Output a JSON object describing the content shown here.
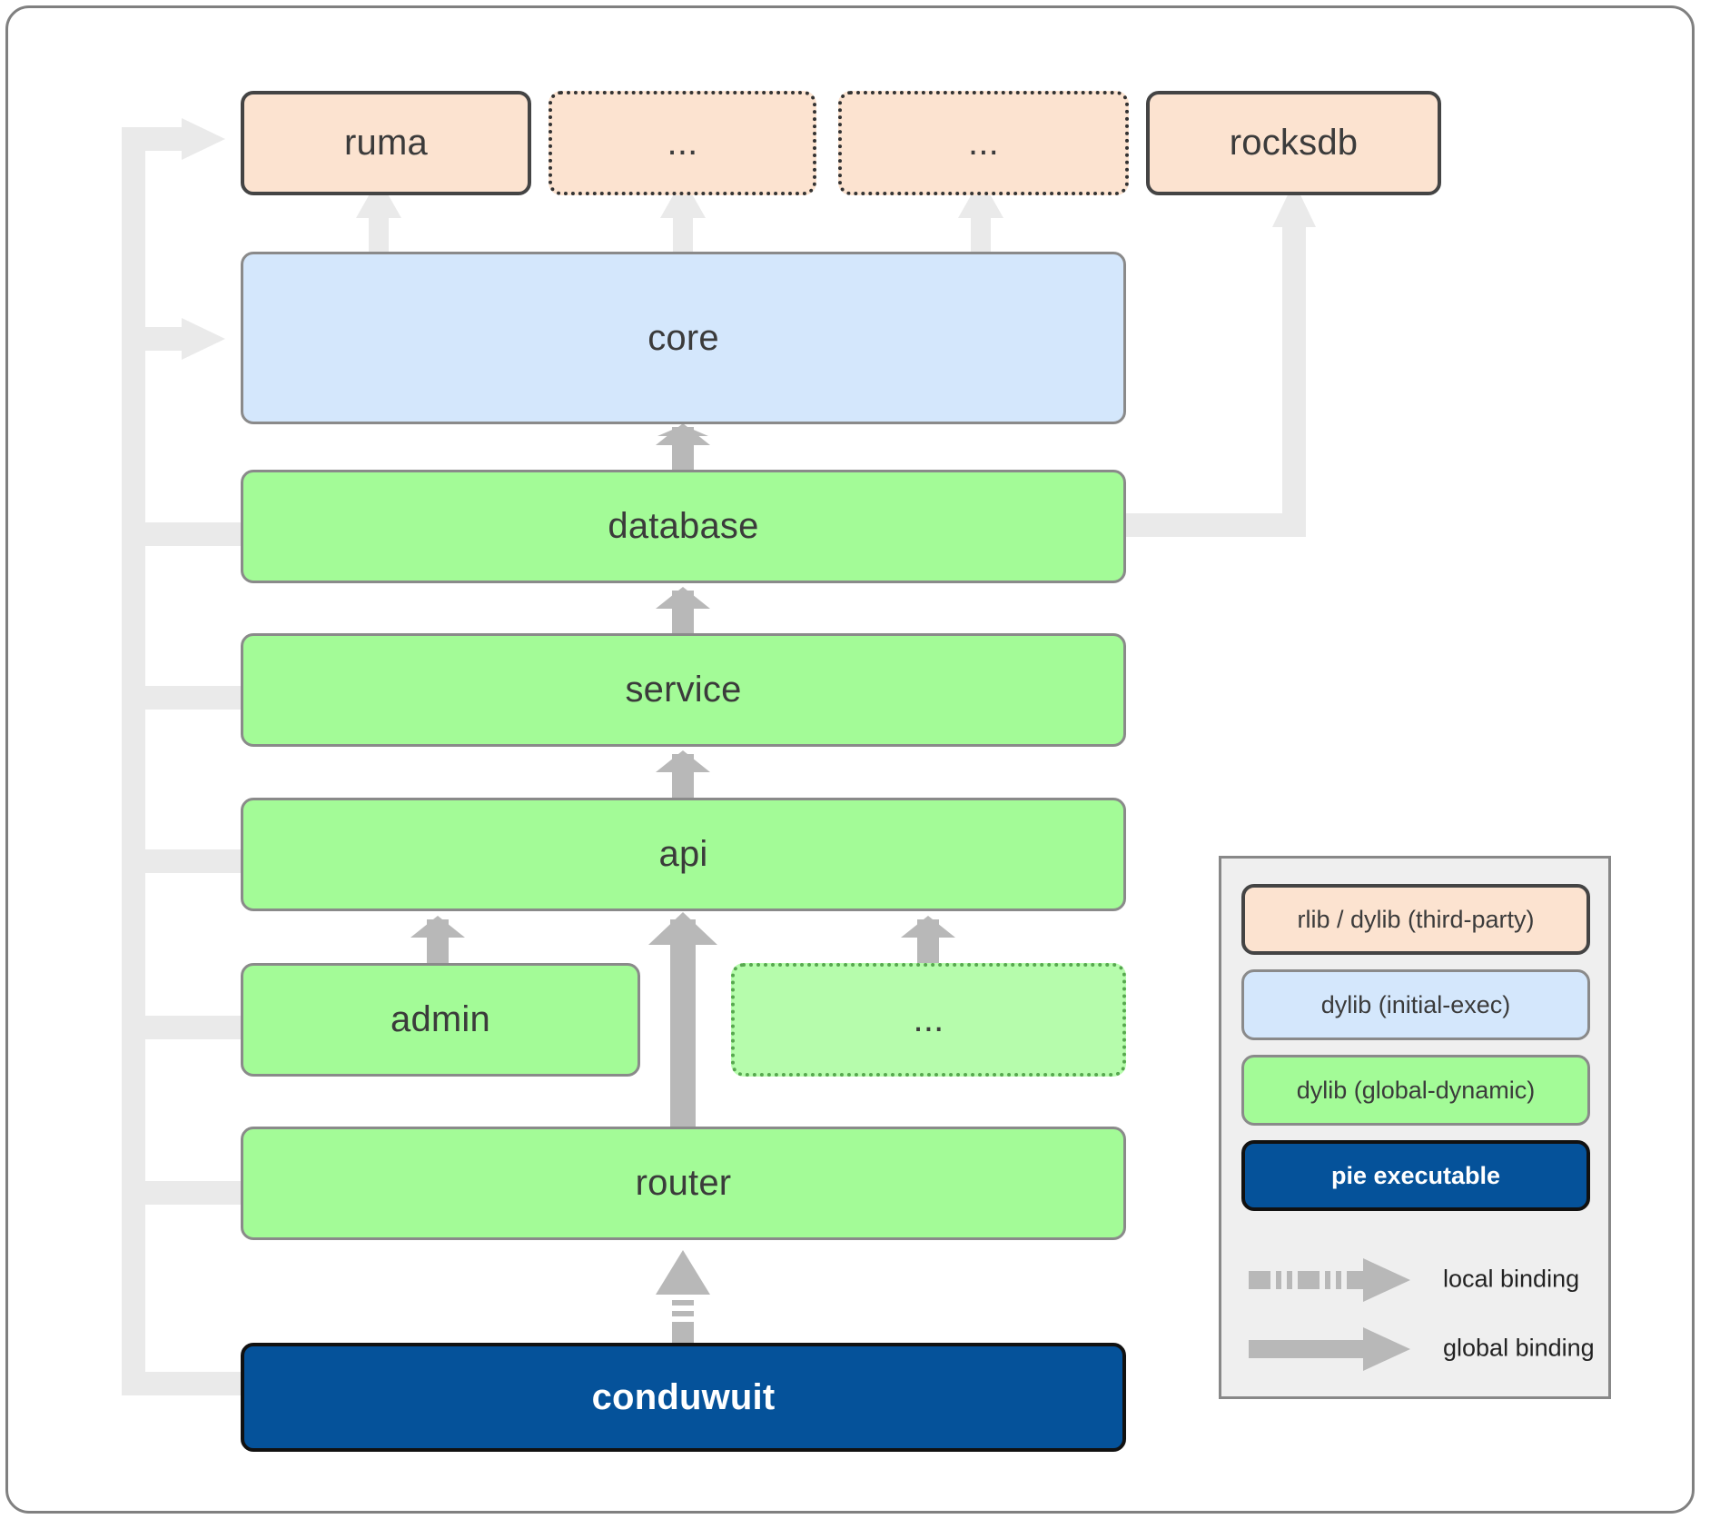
{
  "diagram": {
    "title": "conduwuit crate dependency / linkage diagram",
    "colors": {
      "third_party": "#FCE3D0",
      "initial_exec": "#D4E7FC",
      "global_dynamic": "#A3FB97",
      "global_dynamic_optional": "#B6FCAC",
      "pie_executable": "#05529A",
      "arrow": "#B3B3B3",
      "trunk": "#EAEAEA",
      "frame_border": "#808080",
      "legend_bg": "#EFEFEF"
    },
    "nodes": [
      {
        "id": "ruma",
        "label": "ruma",
        "kind": "rlib-dylib-third-party",
        "optional": false
      },
      {
        "id": "top-dots-1",
        "label": "...",
        "kind": "rlib-dylib-third-party",
        "optional": true
      },
      {
        "id": "top-dots-2",
        "label": "...",
        "kind": "rlib-dylib-third-party",
        "optional": true
      },
      {
        "id": "rocksdb",
        "label": "rocksdb",
        "kind": "rlib-dylib-third-party",
        "optional": false
      },
      {
        "id": "core",
        "label": "core",
        "kind": "dylib-initial-exec",
        "optional": false
      },
      {
        "id": "database",
        "label": "database",
        "kind": "dylib-global-dynamic",
        "optional": false
      },
      {
        "id": "service",
        "label": "service",
        "kind": "dylib-global-dynamic",
        "optional": false
      },
      {
        "id": "api",
        "label": "api",
        "kind": "dylib-global-dynamic",
        "optional": false
      },
      {
        "id": "admin",
        "label": "admin",
        "kind": "dylib-global-dynamic",
        "optional": false
      },
      {
        "id": "mid-dots",
        "label": "...",
        "kind": "dylib-global-dynamic",
        "optional": true
      },
      {
        "id": "router",
        "label": "router",
        "kind": "dylib-global-dynamic",
        "optional": false
      },
      {
        "id": "conduwuit",
        "label": "conduwuit",
        "kind": "pie-executable",
        "optional": false
      }
    ],
    "edges": [
      {
        "from": "core",
        "to": "ruma",
        "binding": "global"
      },
      {
        "from": "core",
        "to": "top-dots-1",
        "binding": "global"
      },
      {
        "from": "core",
        "to": "top-dots-2",
        "binding": "global"
      },
      {
        "from": "database",
        "to": "rocksdb",
        "binding": "global"
      },
      {
        "from": "database",
        "to": "core",
        "binding": "global"
      },
      {
        "from": "service",
        "to": "database",
        "binding": "global"
      },
      {
        "from": "api",
        "to": "service",
        "binding": "global"
      },
      {
        "from": "admin",
        "to": "api",
        "binding": "global"
      },
      {
        "from": "mid-dots",
        "to": "api",
        "binding": "global"
      },
      {
        "from": "router",
        "to": "api",
        "binding": "global"
      },
      {
        "from": "conduwuit",
        "to": "router",
        "binding": "local"
      },
      {
        "from": "conduwuit",
        "to": "ruma",
        "binding": "trunk"
      },
      {
        "from": "conduwuit",
        "to": "core",
        "binding": "trunk"
      },
      {
        "from": "conduwuit",
        "to": "database",
        "binding": "trunk"
      },
      {
        "from": "conduwuit",
        "to": "service",
        "binding": "trunk"
      },
      {
        "from": "conduwuit",
        "to": "api",
        "binding": "trunk"
      },
      {
        "from": "conduwuit",
        "to": "admin",
        "binding": "trunk"
      },
      {
        "from": "conduwuit",
        "to": "router",
        "binding": "trunk"
      }
    ]
  },
  "legend": {
    "swatches": [
      {
        "id": "third-party",
        "label": "rlib / dylib (third-party)"
      },
      {
        "id": "initial-exec",
        "label": "dylib (initial-exec)"
      },
      {
        "id": "global-dynamic",
        "label": "dylib (global-dynamic)"
      },
      {
        "id": "pie",
        "label": "pie executable"
      }
    ],
    "bindings": [
      {
        "id": "local-binding",
        "label": "local binding"
      },
      {
        "id": "global-binding",
        "label": "global binding"
      }
    ]
  }
}
